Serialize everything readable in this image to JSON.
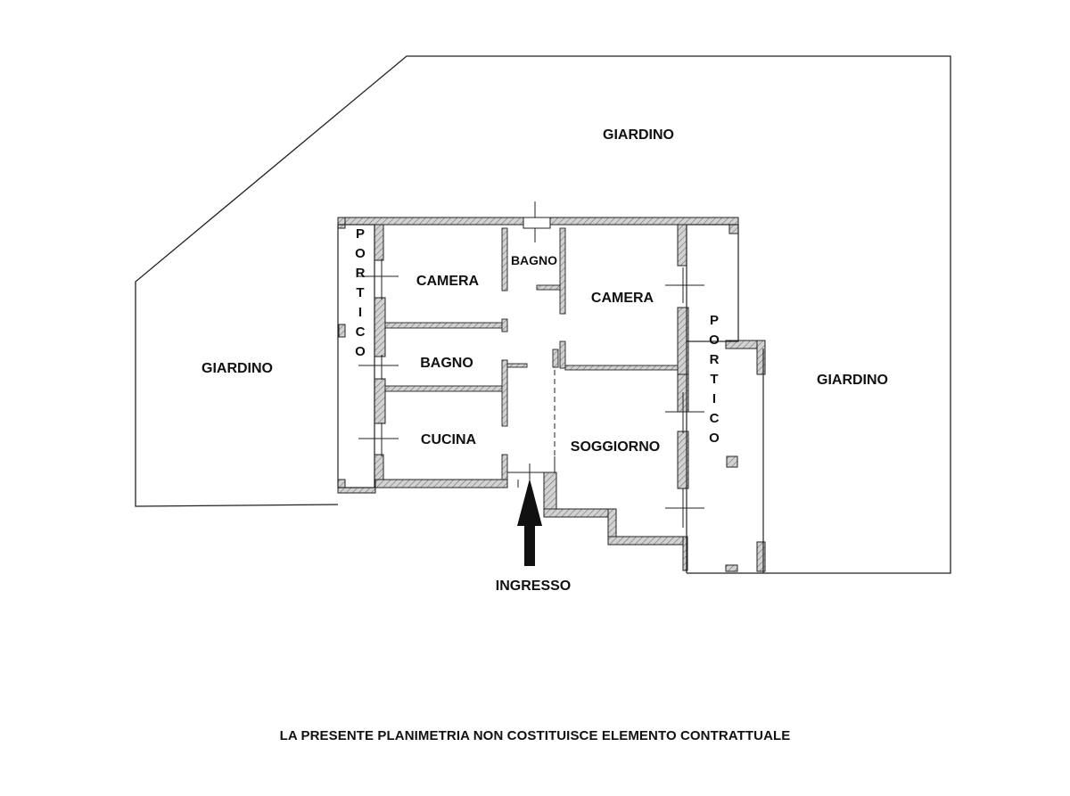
{
  "colors": {
    "line": "#222222",
    "wall_hatch": "#c8c8c8",
    "background": "#ffffff"
  },
  "labels": {
    "garden_top": "GIARDINO",
    "garden_left": "GIARDINO",
    "garden_right": "GIARDINO",
    "room_camera_left": "CAMERA",
    "room_bagno_top": "BAGNO",
    "room_camera_right": "CAMERA",
    "room_bagno_middle": "BAGNO",
    "room_cucina": "CUCINA",
    "room_soggiorno": "SOGGIORNO",
    "portico_left": "PORTICO",
    "portico_right": "PORTICO",
    "entrance": "INGRESSO"
  },
  "disclaimer": "LA PRESENTE PLANIMETRIA NON COSTITUISCE ELEMENTO CONTRATTUALE"
}
